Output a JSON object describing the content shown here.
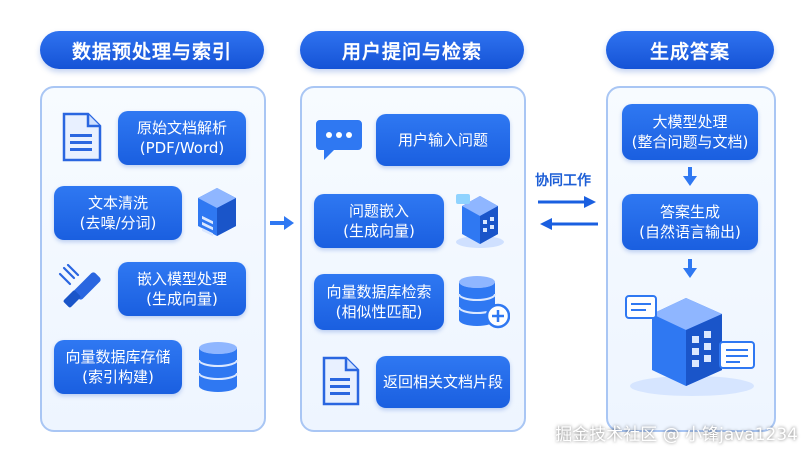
{
  "columns": [
    {
      "title": "数据预处理与索引",
      "steps": [
        {
          "line1": "原始文档解析",
          "line2": "(PDF/Word)",
          "icon": "document-icon"
        },
        {
          "line1": "文本清洗",
          "line2": "(去噪/分词)",
          "icon": "server-icon"
        },
        {
          "line1": "嵌入模型处理",
          "line2": "(生成向量)",
          "icon": "usb-plug-icon"
        },
        {
          "line1": "向量数据库存储",
          "line2": "(索引构建)",
          "icon": "database-icon"
        }
      ]
    },
    {
      "title": "用户提问与检索",
      "steps": [
        {
          "line1": "用户输入问题",
          "line2": "",
          "icon": "chat-bubble-icon"
        },
        {
          "line1": "问题嵌入",
          "line2": "(生成向量)",
          "icon": "cube-server-icon"
        },
        {
          "line1": "向量数据库检索",
          "line2": "(相似性匹配)",
          "icon": "database-add-icon"
        },
        {
          "line1": "返回相关文档片段",
          "line2": "",
          "icon": "document-icon"
        }
      ]
    },
    {
      "title": "生成答案",
      "steps": [
        {
          "line1": "大模型处理",
          "line2": "(整合问题与文档)"
        },
        {
          "line1": "答案生成",
          "line2": "(自然语言输出)"
        }
      ],
      "illustration": "llm-server-chat-icon"
    }
  ],
  "collab_label": "协同工作",
  "watermark": "掘金技术社区 @ 小锋java1234",
  "colors": {
    "primary": "#1a5fe0",
    "panel_border": "#a9c6f4",
    "panel_bg": "#eef5ff"
  }
}
